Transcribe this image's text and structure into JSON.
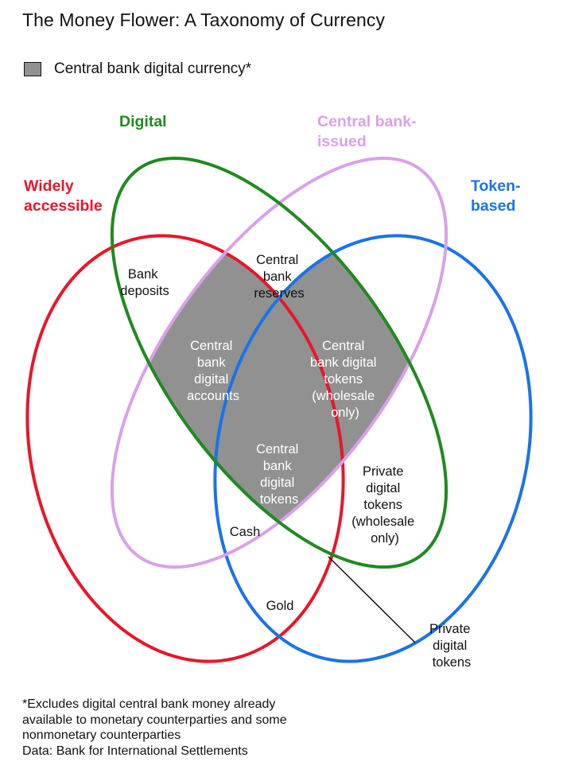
{
  "title": "The Money Flower: A Taxonomy of Currency",
  "legend": {
    "label": "Central bank digital currency*",
    "color": "#919191"
  },
  "sets": {
    "widely_accessible": {
      "lines": [
        "Widely",
        "accessible"
      ],
      "color": "#e8162b"
    },
    "digital": {
      "lines": [
        "Digital"
      ],
      "color": "#1f8a1f"
    },
    "central_bank_issued": {
      "lines": [
        "Central bank-",
        "issued"
      ],
      "color": "#d9a1ea"
    },
    "token_based": {
      "lines": [
        "Token-",
        "based"
      ],
      "color": "#1a73e8"
    }
  },
  "regions": {
    "bank_deposits": [
      "Bank",
      "deposits"
    ],
    "central_bank_reserves": [
      "Central",
      "bank",
      "reserves"
    ],
    "cb_digital_accounts": [
      "Central",
      "bank",
      "digital",
      "accounts"
    ],
    "cb_digital_tokens_wholesale": [
      "Central",
      "bank digital",
      "tokens",
      "(wholesale",
      "only)"
    ],
    "cb_digital_tokens": [
      "Central",
      "bank",
      "digital",
      "tokens"
    ],
    "private_digital_tokens_wholesale": [
      "Private",
      "digital",
      "tokens",
      "(wholesale",
      "only)"
    ],
    "cash": [
      "Cash"
    ],
    "gold": [
      "Gold"
    ],
    "private_digital_tokens": [
      "Private",
      "digital",
      "tokens"
    ]
  },
  "footnote": [
    "*Excludes digital central bank money already",
    "available to monetary counterparties and some",
    "nonmonetary counterparties",
    "Data: Bank for International Settlements"
  ]
}
